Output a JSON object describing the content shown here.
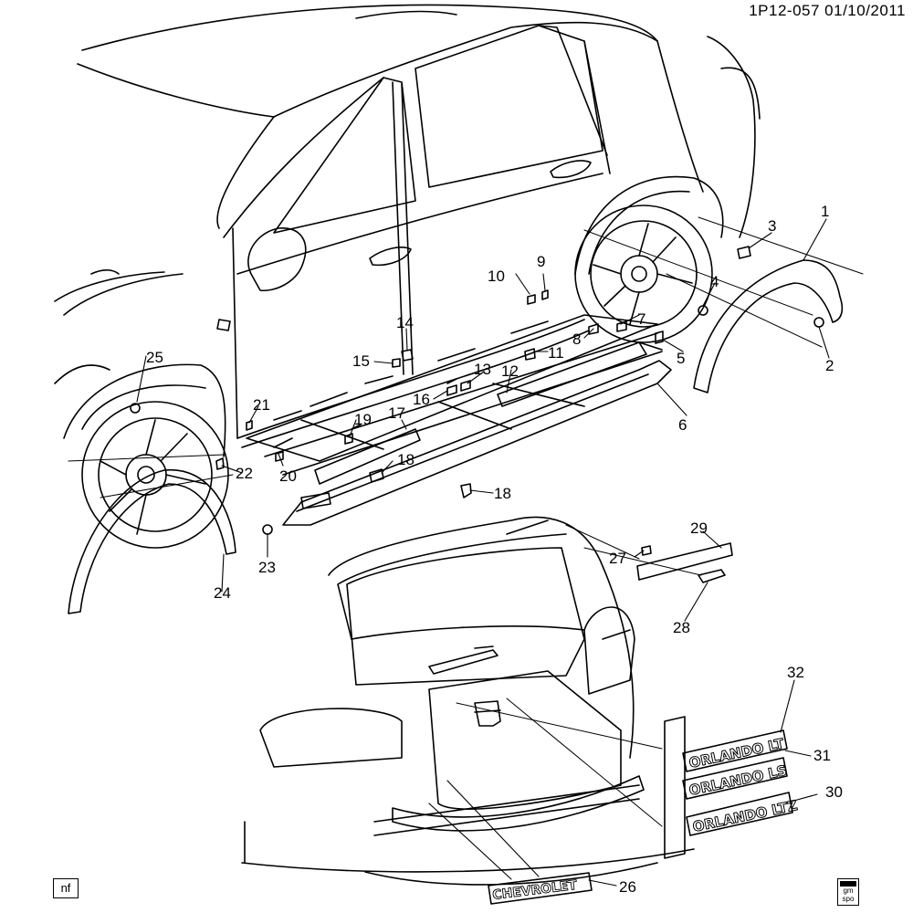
{
  "header": {
    "code": "1P12-057 01/10/2011"
  },
  "footer": {
    "nf_box": "nf",
    "logo_line1": "gm",
    "logo_line2": "spo"
  },
  "callouts": {
    "c1": "1",
    "c2": "2",
    "c3": "3",
    "c4": "4",
    "c5": "5",
    "c6": "6",
    "c7": "7",
    "c8": "8",
    "c9": "9",
    "c10": "10",
    "c11": "11",
    "c12": "12",
    "c13": "13",
    "c14": "14",
    "c15": "15",
    "c16": "16",
    "c17": "17",
    "c18a": "18",
    "c18b": "18",
    "c19": "19",
    "c20": "20",
    "c21": "21",
    "c22": "22",
    "c23": "23",
    "c24": "24",
    "c25": "25",
    "c26": "26",
    "c27": "27",
    "c28": "28",
    "c29": "29",
    "c30": "30",
    "c31": "31",
    "c32": "32"
  },
  "badges": {
    "chevrolet": "CHEVROLET",
    "orlando_lt": "ORLANDO LT",
    "orlando_ls": "ORLANDO LS",
    "orlando_ltz": "ORLANDO LTZ"
  },
  "colors": {
    "line": "#000000",
    "background": "#ffffff"
  }
}
